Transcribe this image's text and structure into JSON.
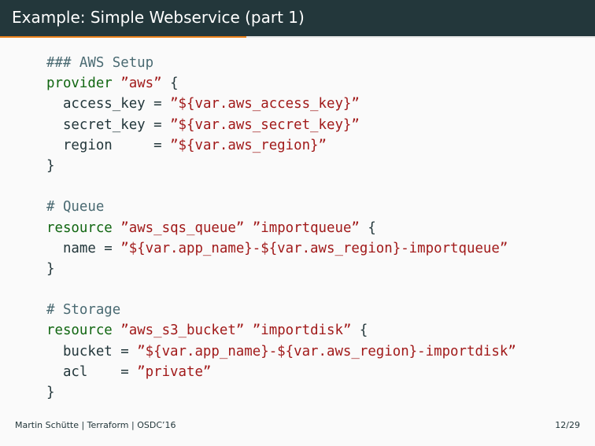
{
  "slide": {
    "title": "Example: Simple Webservice (part 1)",
    "progress_fraction": 0.414
  },
  "code_lines": [
    [
      {
        "t": "comment",
        "v": "### AWS Setup"
      }
    ],
    [
      {
        "t": "keyword",
        "v": "provider"
      },
      {
        "t": "plain",
        "v": " "
      },
      {
        "t": "string",
        "v": "”aws”"
      },
      {
        "t": "plain",
        "v": " {"
      }
    ],
    [
      {
        "t": "plain",
        "v": "  access_key = "
      },
      {
        "t": "string",
        "v": "”${var.aws_access_key}”"
      }
    ],
    [
      {
        "t": "plain",
        "v": "  secret_key = "
      },
      {
        "t": "string",
        "v": "”${var.aws_secret_key}”"
      }
    ],
    [
      {
        "t": "plain",
        "v": "  region     = "
      },
      {
        "t": "string",
        "v": "”${var.aws_region}”"
      }
    ],
    [
      {
        "t": "plain",
        "v": "}"
      }
    ],
    [],
    [
      {
        "t": "comment",
        "v": "# Queue"
      }
    ],
    [
      {
        "t": "keyword",
        "v": "resource"
      },
      {
        "t": "plain",
        "v": " "
      },
      {
        "t": "string",
        "v": "”aws_sqs_queue”"
      },
      {
        "t": "plain",
        "v": " "
      },
      {
        "t": "string",
        "v": "”importqueue”"
      },
      {
        "t": "plain",
        "v": " {"
      }
    ],
    [
      {
        "t": "plain",
        "v": "  name = "
      },
      {
        "t": "string",
        "v": "”${var.app_name}-${var.aws_region}-importqueue”"
      }
    ],
    [
      {
        "t": "plain",
        "v": "}"
      }
    ],
    [],
    [
      {
        "t": "comment",
        "v": "# Storage"
      }
    ],
    [
      {
        "t": "keyword",
        "v": "resource"
      },
      {
        "t": "plain",
        "v": " "
      },
      {
        "t": "string",
        "v": "”aws_s3_bucket”"
      },
      {
        "t": "plain",
        "v": " "
      },
      {
        "t": "string",
        "v": "”importdisk”"
      },
      {
        "t": "plain",
        "v": " {"
      }
    ],
    [
      {
        "t": "plain",
        "v": "  bucket = "
      },
      {
        "t": "string",
        "v": "”${var.app_name}-${var.aws_region}-importdisk”"
      }
    ],
    [
      {
        "t": "plain",
        "v": "  acl    = "
      },
      {
        "t": "string",
        "v": "”private”"
      }
    ],
    [
      {
        "t": "plain",
        "v": "}"
      }
    ]
  ],
  "footer": {
    "left": "Martin Schütte | Terraform | OSDC’16",
    "page": "12/29"
  },
  "colors": {
    "title_bar": "#23373b",
    "progress": "#eb811b",
    "comment": "#4a6a72",
    "keyword": "#116611",
    "string": "#a11a1a"
  }
}
